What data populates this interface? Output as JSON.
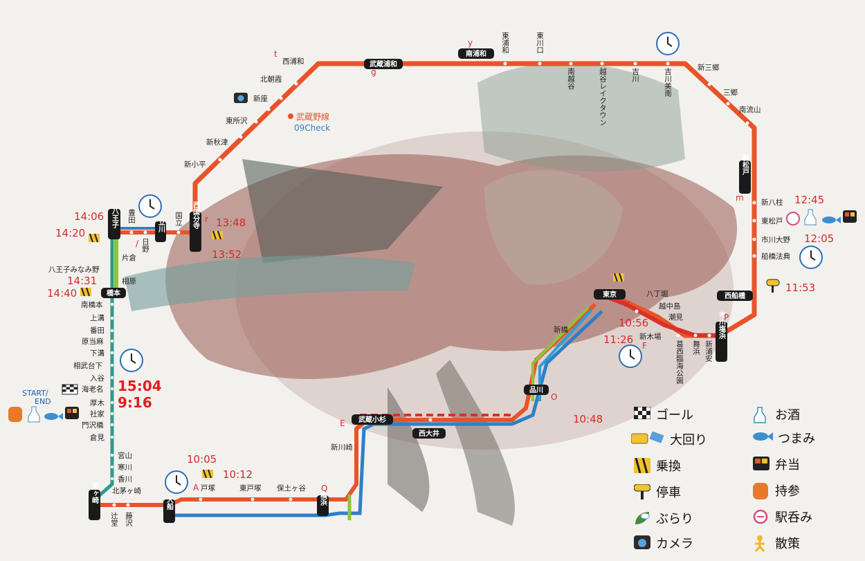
{
  "line_title": "武蔵野線",
  "check_label": "09Check",
  "colors": {
    "musashino": "#e8532a",
    "yokosuka": "#2f7fc8",
    "tokaido": "#e8532a",
    "yamanote": "#8fc33a",
    "keihin": "#2aa0d8",
    "sagami": "#2e9a8c",
    "nambu": "#f1c232"
  },
  "badges": {
    "hachioji": "八王子",
    "tachikawa": "立川",
    "nishikokubunji": "西国分寺",
    "musashi_urawa": "武蔵浦和",
    "minami_urawa": "南浦和",
    "shin_matsudo": "新松戸",
    "nishi_funabashi": "西船橋",
    "tokyo": "東京",
    "ichikawa_shiohama": "市川塩浜",
    "shinagawa": "品川",
    "musashi_kosugi": "武蔵小杉",
    "nishi_oi": "西大井",
    "yokohama": "横浜",
    "ofuna": "大船",
    "chigasaki": "茅ヶ崎",
    "hashimoto": "橋本"
  },
  "stations": {
    "nishiurawa": "西浦和",
    "kitaasaka": "北朝霞",
    "niiza": "新座",
    "higashitokorozawa": "東所沢",
    "shinakitsu": "新秋津",
    "shinkodaira": "新小平",
    "higashiurawa": "東浦和",
    "higashikawaguchi": "東川口",
    "minamikoshigaya": "南越谷",
    "koshigaya_laketown": "越谷レイクタウン",
    "yoshikawa": "吉川",
    "yoshikawa_minami": "吉川美南",
    "shinmisato": "新三郷",
    "misato": "三郷",
    "minaminagareyama": "南流山",
    "shinyahashira": "新八柱",
    "higashimatsudo": "東松戸",
    "ichikawaono": "市川大野",
    "funabashihoten": "船橋法典",
    "toyoda": "豊田",
    "hino": "日野",
    "kunitachi": "国立",
    "katakura": "片倉",
    "hachioji_minamino": "八王子みなみ野",
    "aihara": "相原",
    "minamihashimoto": "南橋本",
    "kamimizo": "上溝",
    "banda": "番田",
    "harataima": "原当麻",
    "shimomizo": "下溝",
    "sobudaishita": "相武台下",
    "iriya": "入谷",
    "ebina": "海老名",
    "atsugi": "厚木",
    "shake": "社家",
    "kadosawabashi": "門沢橋",
    "kurami": "倉見",
    "miyayama": "宮山",
    "samukawa": "寒川",
    "kagawa": "香川",
    "kitachigasaki": "北茅ヶ崎",
    "tsujido": "辻堂",
    "fujisawa": "藤沢",
    "totsuka": "戸塚",
    "higashitotsuka": "東戸塚",
    "hodogaya": "保土ヶ谷",
    "shinkawasaki": "新川崎",
    "shinbashi": "新橋",
    "hatchobori": "八丁堀",
    "etchujima": "越中島",
    "shiomi": "潮見",
    "shinkiba": "新木場",
    "kasairinkai": "葛西臨海公園",
    "maihama": "舞浜",
    "shinurayasu": "新浦安"
  },
  "times": {
    "t1406": "14:06",
    "t1420": "14:20",
    "t1348": "13:48",
    "t1352": "13:52",
    "t1431": "14:31",
    "t1440": "14:40",
    "t1504": "15:04",
    "t916": "9:16",
    "t1245": "12:45",
    "t1205": "12:05",
    "t1153": "11:53",
    "t1056": "10:56",
    "t1126": "11:26",
    "t1048": "10:48",
    "t1005": "10:05",
    "t1012": "10:12"
  },
  "letters": {
    "t": "t",
    "g": "g",
    "y": "y",
    "m": "m",
    "p": "P",
    "x": "X",
    "f": "F",
    "o": "O",
    "e": "E",
    "q": "Q",
    "a": "A",
    "i": "/",
    "r": "r"
  },
  "start_end": {
    "start": "START/",
    "end": "END"
  },
  "legend": [
    {
      "icon": "checkered-flag-icon",
      "label": "ゴール"
    },
    {
      "icon": "sake-bottle-icon",
      "label": "お酒"
    },
    {
      "icon": "bus-ticket-icon",
      "label": "大回り"
    },
    {
      "icon": "fish-icon",
      "label": "つまみ"
    },
    {
      "icon": "transfer-barrier-icon",
      "label": "乗換"
    },
    {
      "icon": "bento-icon",
      "label": "弁当"
    },
    {
      "icon": "stop-sign-icon",
      "label": "停車"
    },
    {
      "icon": "backpack-icon",
      "label": "持参"
    },
    {
      "icon": "stroll-leaf-icon",
      "label": "ぶらり"
    },
    {
      "icon": "station-drink-icon",
      "label": "駅呑み"
    },
    {
      "icon": "camera-icon",
      "label": "カメラ"
    },
    {
      "icon": "walker-icon",
      "label": "散策"
    }
  ]
}
